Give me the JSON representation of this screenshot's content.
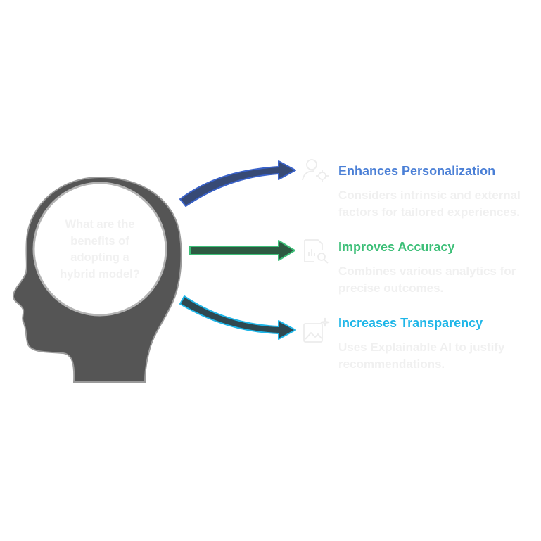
{
  "question": "What are the\nbenefits of\nadopting a\nhybrid model?",
  "items": [
    {
      "title": "Enhances Personalization",
      "description": "Considers intrinsic and external factors for tailored experiences.",
      "color": "#4a7fd6",
      "arrow_color": "#374a75",
      "arrow_outline": "#3a62c9",
      "icon": "user-gear-icon"
    },
    {
      "title": "Improves Accuracy",
      "description": "Combines various analytics for precise outcomes.",
      "color": "#3dbf78",
      "arrow_color": "#2e5a42",
      "arrow_outline": "#3dbf78",
      "icon": "document-search-chart-icon"
    },
    {
      "title": "Increases Transparency",
      "description": "Uses Explainable AI to justify recommendations.",
      "color": "#1fb6e8",
      "arrow_color": "#2f4850",
      "arrow_outline": "#1fb6e8",
      "icon": "image-sparkle-icon"
    }
  ],
  "colors": {
    "head": "#555555",
    "head_outline": "#9a9a9a",
    "circle_outline": "#b3b3b3",
    "faint_text": "#eeeeee"
  }
}
